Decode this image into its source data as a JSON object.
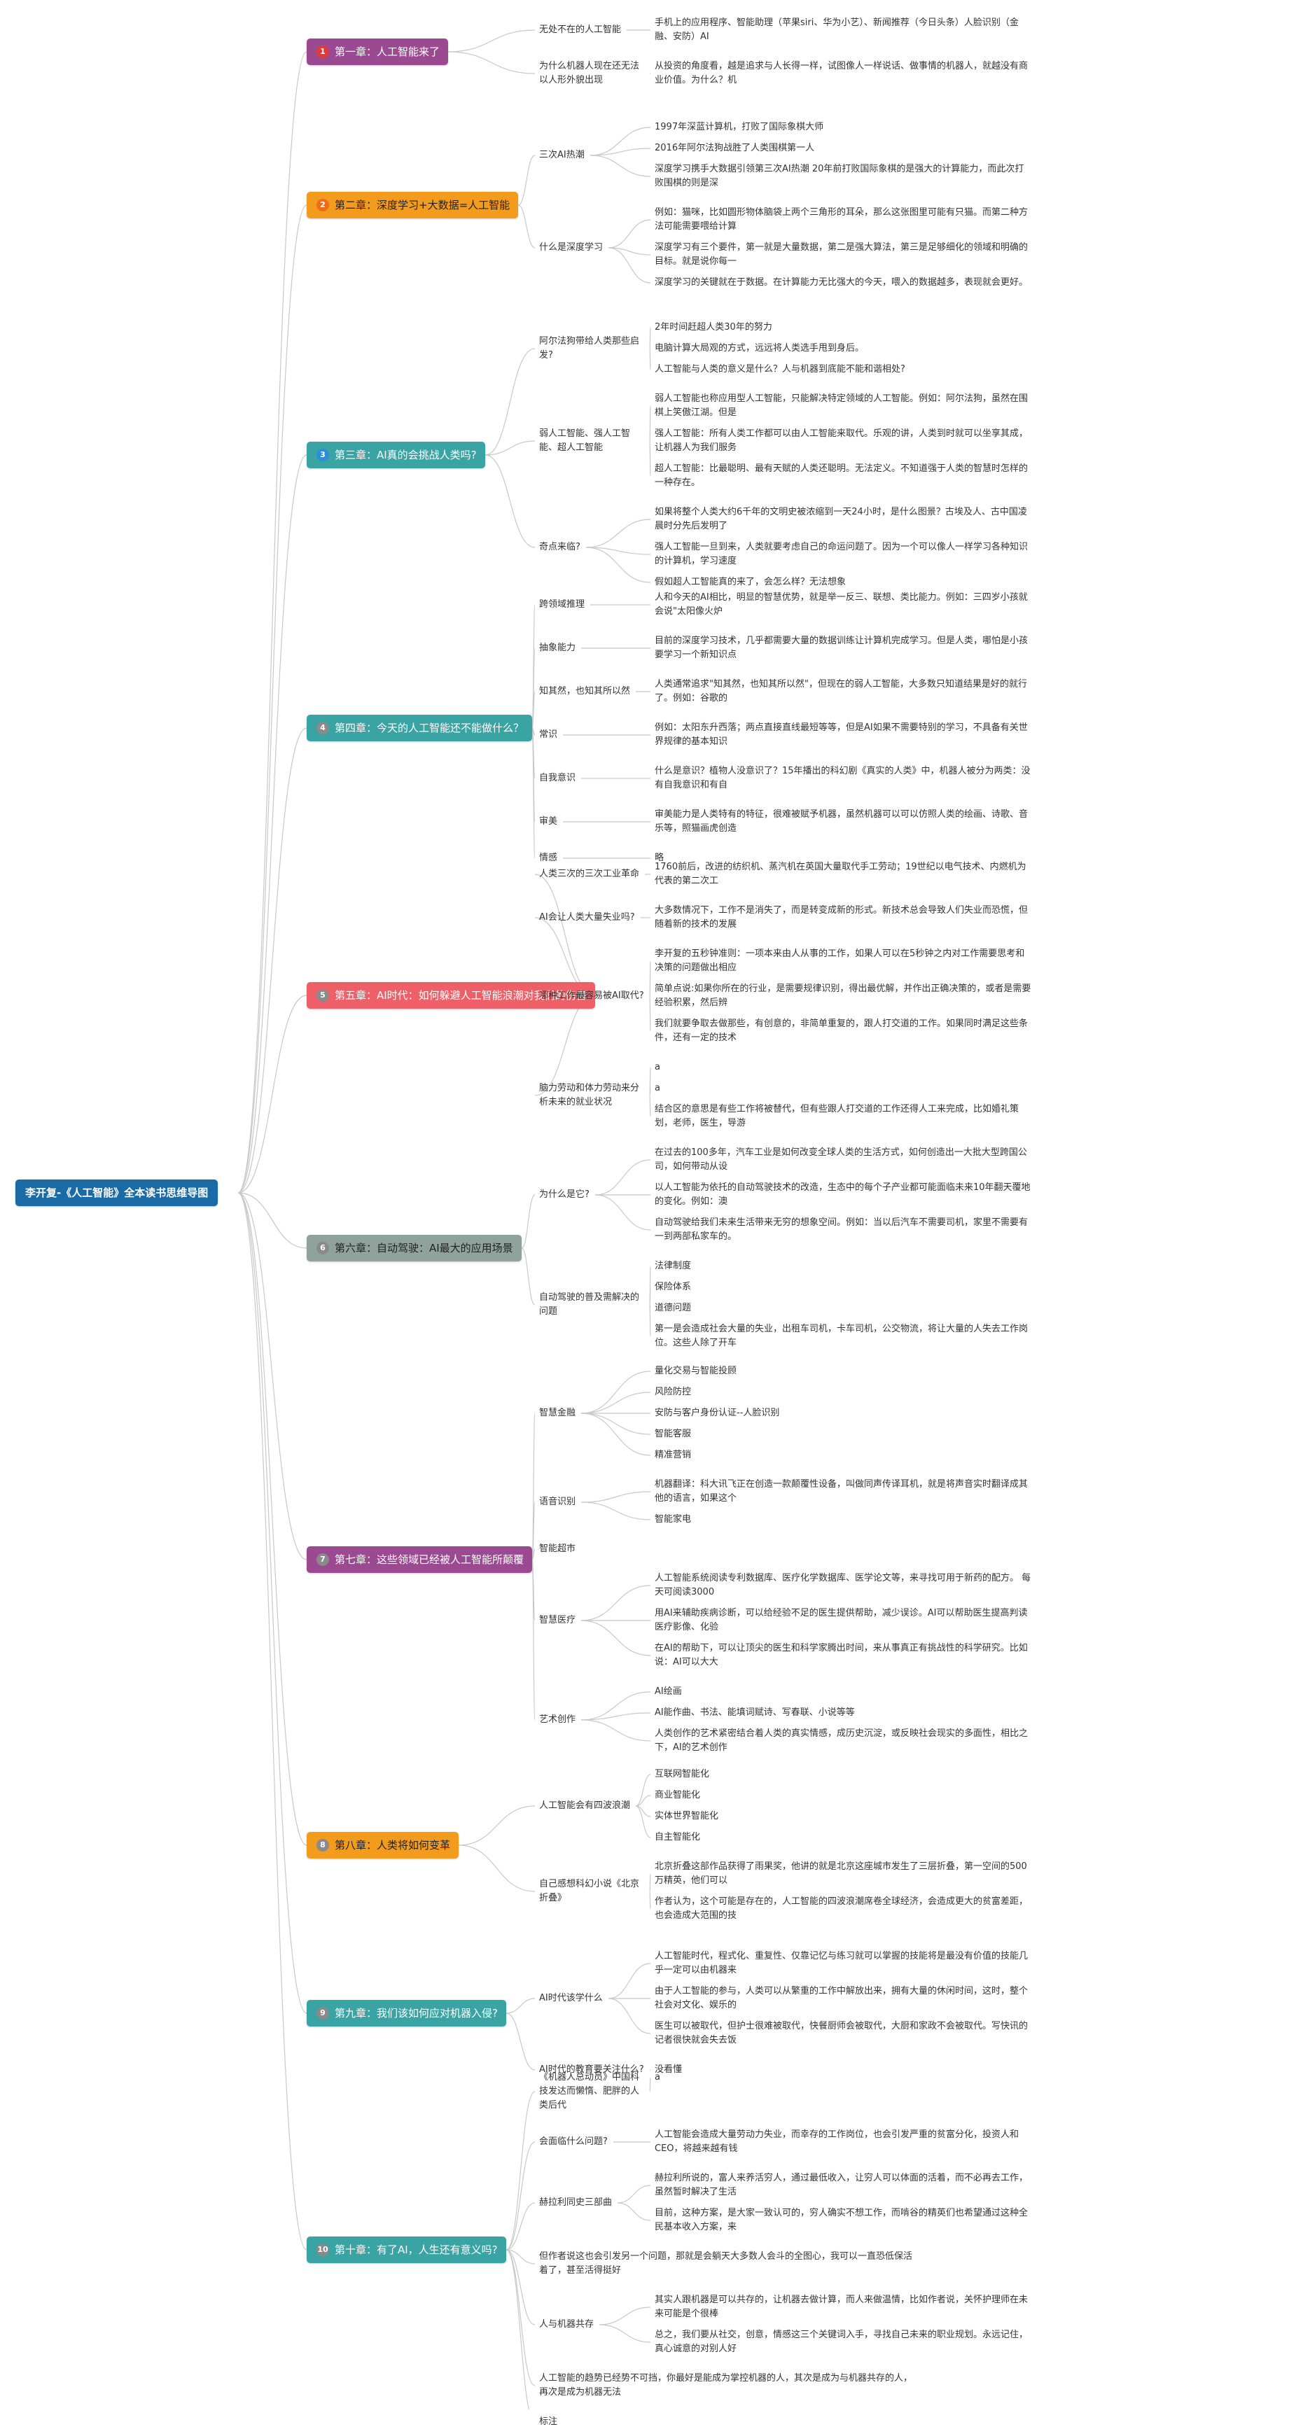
{
  "colors": {
    "line": "#c8c8c8",
    "root_bg": "#1a6aa6",
    "root_fg": "#ffffff"
  },
  "root": {
    "label": "李开复-《人工智能》全本读书思维导图"
  },
  "chapters": [
    {
      "num": "1",
      "label": "第一章：人工智能来了",
      "bg": "#9b4a91",
      "fg": "#ffffff",
      "icon": "red-dot-icon",
      "children": [
        {
          "label": "无处不在的人工智能",
          "children": [
            {
              "label": "手机上的应用程序、智能助理（苹果siri、华为小艺）、新闻推荐（今日头条）人脸识别（金融、安防）AI"
            }
          ]
        },
        {
          "label": "为什么机器人现在还无法以人形外貌出现",
          "children": [
            {
              "label": "从投资的角度看，越是追求与人长得一样，试图像人一样说话、做事情的机器人，就越没有商业价值。为什么？机"
            }
          ]
        }
      ]
    },
    {
      "num": "2",
      "label": "第二章：深度学习+大数据=人工智能",
      "bg": "#f29b1d",
      "fg": "#222222",
      "icon": "orange-dot-icon",
      "children": [
        {
          "label": "三次AI热潮",
          "children": [
            {
              "label": "1997年深蓝计算机，打败了国际象棋大师"
            },
            {
              "label": "2016年阿尔法狗战胜了人类围棋第一人"
            },
            {
              "label": "深度学习携手大数据引领第三次AI热潮 20年前打败国际象棋的是强大的计算能力，而此次打败围棋的则是深"
            }
          ]
        },
        {
          "label": "什么是深度学习",
          "children": [
            {
              "label": "例如：猫咪，比如圆形物体脑袋上两个三角形的耳朵，那么这张图里可能有只猫。而第二种方法可能需要喂给计算"
            },
            {
              "label": "深度学习有三个要件，第一就是大量数据，第二是强大算法，第三是足够细化的领域和明确的目标。就是说你每一"
            },
            {
              "label": "深度学习的关键就在于数据。在计算能力无比强大的今天，喂入的数据越多，表现就会更好。"
            }
          ]
        }
      ]
    },
    {
      "num": "3",
      "label": "第三章：AI真的会挑战人类吗?",
      "bg": "#3aa3a3",
      "fg": "#ffffff",
      "icon": "blue-dot-icon",
      "children": [
        {
          "label": "阿尔法狗带给人类那些启发?",
          "children": [
            {
              "label": "2年时间赶超人类30年的努力"
            },
            {
              "label": "电脑计算大局观的方式，远远将人类选手甩到身后。"
            },
            {
              "label": "人工智能与人类的意义是什么？人与机器到底能不能和谐相处?"
            }
          ]
        },
        {
          "label": "弱人工智能、强人工智能、超人工智能",
          "children": [
            {
              "label": "弱人工智能也称应用型人工智能，只能解决特定领域的人工智能。例如：阿尔法狗，虽然在围棋上笑傲江湖。但是"
            },
            {
              "label": "强人工智能：所有人类工作都可以由人工智能来取代。乐观的讲，人类到时就可以坐享其成，让机器人为我们服务"
            },
            {
              "label": "超人工智能：比最聪明、最有天赋的人类还聪明。无法定义。不知道强于人类的智慧时怎样的一种存在。"
            }
          ]
        },
        {
          "label": "奇点来临?",
          "children": [
            {
              "label": "如果将整个人类大约6千年的文明史被浓缩到一天24小时，是什么图景？古埃及人、古中国凌晨时分先后发明了"
            },
            {
              "label": "强人工智能一旦到来，人类就要考虑自己的命运问题了。因为一个可以像人一样学习各种知识的计算机，学习速度"
            },
            {
              "label": "假如超人工智能真的来了，会怎么样？无法想象"
            }
          ]
        }
      ]
    },
    {
      "num": "4",
      "label": "第四章：今天的人工智能还不能做什么？",
      "bg": "#3aa3a3",
      "fg": "#ffffff",
      "icon": "gray-dot-icon",
      "children": [
        {
          "label": "跨领域推理",
          "children": [
            {
              "label": "人和今天的AI相比，明显的智慧优势，就是举一反三、联想、类比能力。例如：三四岁小孩就会说\"太阳像火炉"
            }
          ]
        },
        {
          "label": "抽象能力",
          "children": [
            {
              "label": "目前的深度学习技术，几乎都需要大量的数据训练让计算机完成学习。但是人类，哪怕是小孩要学习一个新知识点"
            }
          ]
        },
        {
          "label": "知其然，也知其所以然",
          "children": [
            {
              "label": "人类通常追求\"知其然，也知其所以然\"，但现在的弱人工智能，大多数只知道结果是好的就行了。例如：谷歌的"
            }
          ]
        },
        {
          "label": "常识",
          "children": [
            {
              "label": "例如：太阳东升西落；两点直接直线最短等等，但是AI如果不需要特别的学习，不具备有关世界规律的基本知识"
            }
          ]
        },
        {
          "label": "自我意识",
          "children": [
            {
              "label": "什么是意识？植物人没意识了？15年播出的科幻剧《真实的人类》中，机器人被分为两类：没有自我意识和有自"
            }
          ]
        },
        {
          "label": "审美",
          "children": [
            {
              "label": "审美能力是人类特有的特征，很难被赋予机器，虽然机器可以可以仿照人类的绘画、诗歌、音乐等，照猫画虎创造"
            }
          ]
        },
        {
          "label": "情感",
          "children": [
            {
              "label": "略"
            }
          ]
        }
      ]
    },
    {
      "num": "5",
      "label": "第五章：AI时代：如何躲避人工智能浪潮对我们的伤害",
      "bg": "#ef5f67",
      "fg": "#ffffff",
      "icon": "gray-dot-icon",
      "children": [
        {
          "label": "人类三次的三次工业革命",
          "children": [
            {
              "label": "1760前后，改进的纺织机、蒸汽机在英国大量取代手工劳动；19世纪以电气技术、内燃机为代表的第二次工"
            }
          ]
        },
        {
          "label": "AI会让人类大量失业吗?",
          "children": [
            {
              "label": "大多数情况下，工作不是消失了，而是转变成新的形式。新技术总会导致人们失业而恐慌，但随着新的技术的发展"
            }
          ]
        },
        {
          "label": "哪种工作最容易被AI取代?",
          "children": [
            {
              "label": "李开复的五秒钟准则：一项本来由人从事的工作，如果人可以在5秒钟之内对工作需要思考和决策的问题做出相应"
            },
            {
              "label": "简单点说:如果你所在的行业，是需要规律识别，得出最优解，并作出正确决策的，或者是需要经验积累，然后辨"
            },
            {
              "label": "我们就要争取去做那些，有创意的，非简单重复的，跟人打交道的工作。如果同时满足这些条件，还有一定的技术"
            }
          ]
        },
        {
          "label": "脑力劳动和体力劳动来分析未来的就业状况",
          "children": [
            {
              "label": "a"
            },
            {
              "label": "a"
            },
            {
              "label": "结合区的意思是有些工作将被替代，但有些跟人打交道的工作还得人工来完成，比如婚礼策划，老师，医生，导游"
            }
          ]
        }
      ]
    },
    {
      "num": "6",
      "label": "第六章：自动驾驶：AI最大的应用场景",
      "bg": "#8fa29c",
      "fg": "#222222",
      "icon": "gray-dot-icon",
      "children": [
        {
          "label": "为什么是它?",
          "children": [
            {
              "label": "在过去的100多年，汽车工业是如何改变全球人类的生活方式，如何创造出一大批大型跨国公司，如何带动从设"
            },
            {
              "label": "以人工智能为依托的自动驾驶技术的改造，生态中的每个子产业都可能面临未来10年翻天覆地的变化。例如：澳"
            },
            {
              "label": "自动驾驶给我们未来生活带来无穷的想象空间。例如：当以后汽车不需要司机，家里不需要有一到两部私家车的。"
            }
          ]
        },
        {
          "label": "自动驾驶的普及需解决的问题",
          "children": [
            {
              "label": "法律制度"
            },
            {
              "label": "保险体系"
            },
            {
              "label": "道德问题"
            },
            {
              "label": "第一是会造成社会大量的失业，出租车司机，卡车司机，公交物流，将让大量的人失去工作岗位。这些人除了开车"
            }
          ]
        }
      ]
    },
    {
      "num": "7",
      "label": "第七章：这些领域已经被人工智能所颠覆",
      "bg": "#9b4a91",
      "fg": "#ffffff",
      "icon": "gray-dot-icon",
      "children": [
        {
          "label": "智慧金融",
          "children": [
            {
              "label": "量化交易与智能投顾"
            },
            {
              "label": "风险防控"
            },
            {
              "label": "安防与客户身份认证--人脸识别"
            },
            {
              "label": "智能客服"
            },
            {
              "label": "精准营销"
            }
          ]
        },
        {
          "label": "语音识别",
          "children": [
            {
              "label": "机器翻译：科大讯飞正在创造一款颠覆性设备，叫做同声传译耳机，就是将声音实时翻译成其他的语言，如果这个"
            },
            {
              "label": "智能家电"
            }
          ]
        },
        {
          "label": "智能超市",
          "children": []
        },
        {
          "label": "智慧医疗",
          "children": [
            {
              "label": "人工智能系统阅读专利数据库、医疗化学数据库、医学论文等，来寻找可用于新药的配方。 每天可阅读3000"
            },
            {
              "label": "用AI来辅助疾病诊断，可以给经验不足的医生提供帮助，减少误诊。AI可以帮助医生提高判读医疗影像、化验"
            },
            {
              "label": "在AI的帮助下，可以让顶尖的医生和科学家腾出时间，来从事真正有挑战性的科学研究。比如说：AI可以大大"
            }
          ]
        },
        {
          "label": "艺术创作",
          "children": [
            {
              "label": "AI绘画"
            },
            {
              "label": "AI能作曲、书法、能填词赋诗、写春联、小说等等"
            },
            {
              "label": "人类创作的艺术紧密结合着人类的真实情感，成历史沉淀，或反映社会现实的多面性，相比之下，AI的艺术创作"
            }
          ]
        }
      ]
    },
    {
      "num": "8",
      "label": "第八章：人类将如何变革",
      "bg": "#f29b1d",
      "fg": "#222222",
      "icon": "gray-dot-icon",
      "children": [
        {
          "label": "人工智能会有四波浪潮",
          "children": [
            {
              "label": "互联网智能化"
            },
            {
              "label": "商业智能化"
            },
            {
              "label": "实体世界智能化"
            },
            {
              "label": "自主智能化"
            }
          ]
        },
        {
          "label": "自己感想科幻小说《北京折叠》",
          "children": [
            {
              "label": "北京折叠这部作品获得了雨果奖，他讲的就是北京这座城市发生了三层折叠，第一空间的500万精英，他们可以"
            },
            {
              "label": "作者认为，这个可能是存在的，人工智能的四波浪潮席卷全球经济，会造成更大的贫富差距，也会造成大范围的技"
            }
          ]
        }
      ]
    },
    {
      "num": "9",
      "label": "第九章：我们该如何应对机器入侵?",
      "bg": "#3aa3a3",
      "fg": "#ffffff",
      "icon": "gray-dot-icon",
      "children": [
        {
          "label": "AI时代该学什么",
          "children": [
            {
              "label": "人工智能时代，程式化、重复性、仅靠记忆与练习就可以掌握的技能将是最没有价值的技能几乎一定可以由机器来"
            },
            {
              "label": "由于人工智能的参与，人类可以从繁重的工作中解放出来，拥有大量的休闲时间，这时，整个社会对文化、娱乐的"
            },
            {
              "label": "医生可以被取代，但护士很难被取代，快餐厨师会被取代，大厨和家政不会被取代。写快讯的记者很快就会失去饭"
            }
          ]
        },
        {
          "label": "AI时代的教育要关注什么?",
          "children": [
            {
              "label": "没看懂"
            }
          ]
        }
      ]
    },
    {
      "num": "10",
      "label": "第十章：有了AI，人生还有意义吗?",
      "bg": "#3aa3a3",
      "fg": "#ffffff",
      "icon": "gray-dot-icon",
      "children": [
        {
          "label": "《机器人总动员》中国科技发达而懒惰、肥胖的人类后代",
          "children": [
            {
              "label": "a"
            }
          ]
        },
        {
          "label": "会面临什么问题?",
          "children": [
            {
              "label": "人工智能会造成大量劳动力失业，而幸存的工作岗位，也会引发严重的贫富分化，投资人和CEO，将越来越有钱"
            }
          ]
        },
        {
          "label": "赫拉利同史三部曲",
          "children": [
            {
              "label": "赫拉利所说的，富人来养活穷人，通过最低收入，让穷人可以体面的活着，而不必再去工作，虽然暂时解决了生活"
            },
            {
              "label": "目前，这种方案，是大家一致认可的，穷人确实不想工作，而啃谷的精英们也希望通过这种全民基本收入方案，来"
            }
          ]
        },
        {
          "label": "但作者说这也会引发另一个问题，那就是会躺天大多数人会斗的全图心，我可以一直恐低保活着了，甚至活得挺好",
          "children": []
        },
        {
          "label": "人与机器共存",
          "children": [
            {
              "label": "其实人跟机器是可以共存的，让机器去做计算，而人来做温情，比如作者说，关怀护理师在未来可能是个很棒"
            },
            {
              "label": "总之，我们要从社交，创意，情感这三个关键词入手，寻找自己未来的职业规划。永远记住，真心诚意的对别人好"
            }
          ]
        },
        {
          "label": "人工智能的趋势已经势不可挡，你最好是能成为掌控机器的人，其次是成为与机器共存的人，再次是成为机器无法",
          "children": []
        },
        {
          "label": "标注",
          "children": []
        }
      ]
    }
  ]
}
